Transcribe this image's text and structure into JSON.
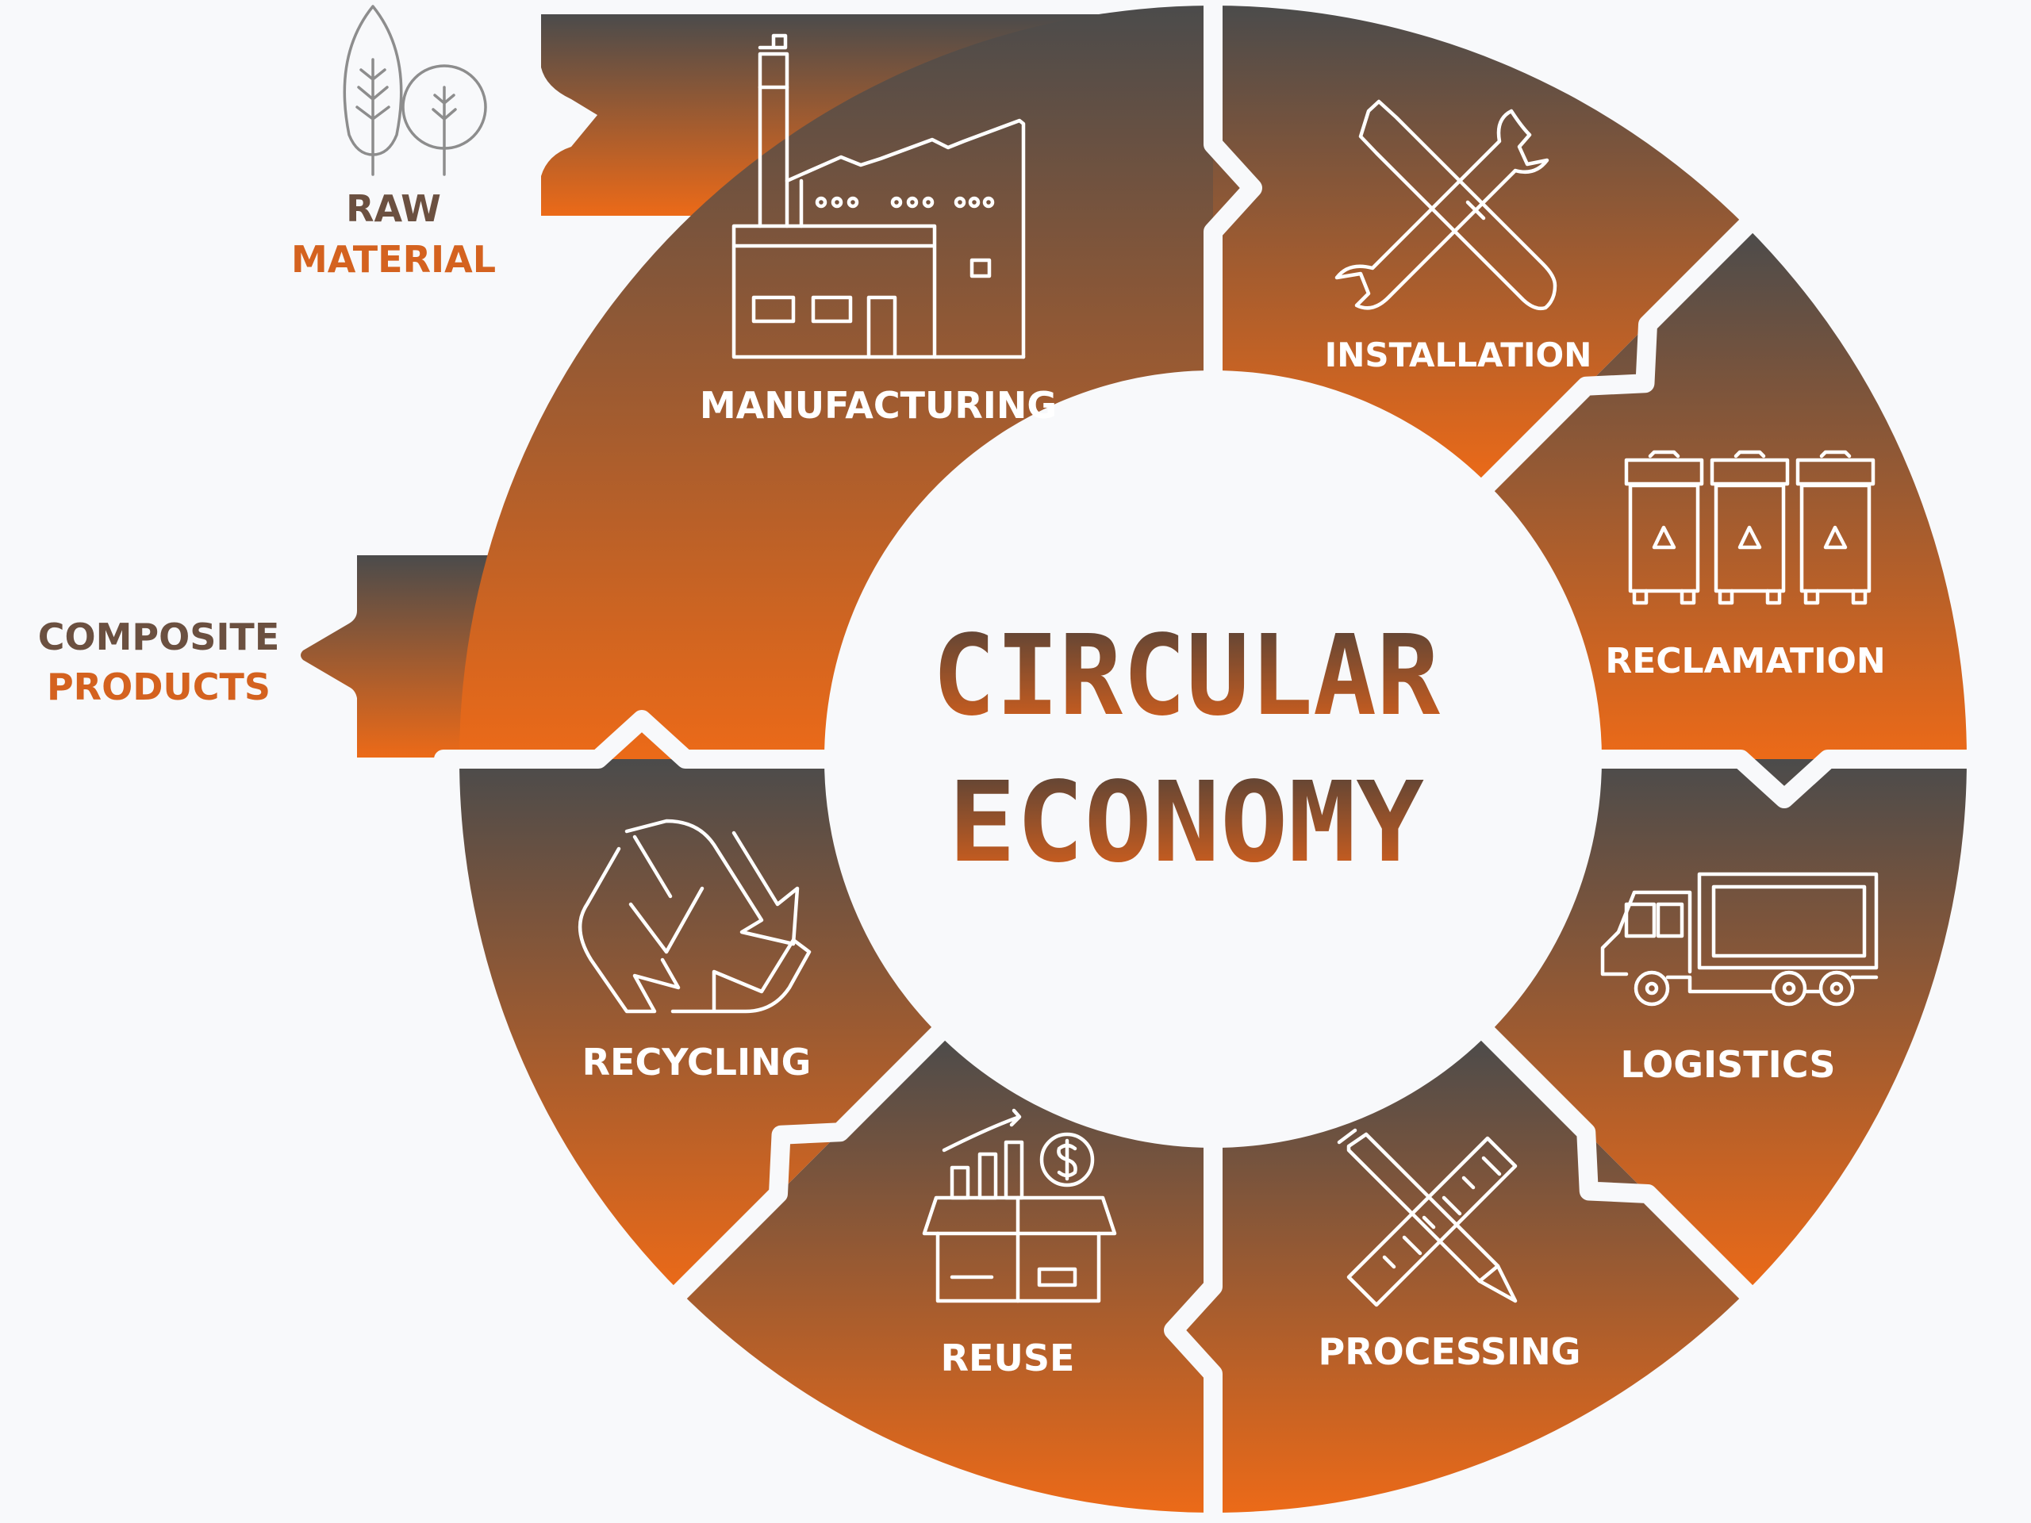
{
  "title": {
    "line1": "CIRCULAR",
    "line2": "ECONOMY"
  },
  "inputs": {
    "raw_material": {
      "line1": "RAW",
      "line2": "MATERIAL"
    },
    "composite_products": {
      "line1": "COMPOSITE",
      "line2": "PRODUCTS"
    }
  },
  "stages": [
    {
      "label": "MANUFACTURING",
      "icon": "factory-icon"
    },
    {
      "label": "INSTALLATION",
      "icon": "tools-icon"
    },
    {
      "label": "RECLAMATION",
      "icon": "recycle-bins-icon"
    },
    {
      "label": "LOGISTICS",
      "icon": "truck-icon"
    },
    {
      "label": "PROCESSING",
      "icon": "ruler-pencil-icon"
    },
    {
      "label": "REUSE",
      "icon": "box-growth-icon"
    },
    {
      "label": "RECYCLING",
      "icon": "recycle-icon"
    }
  ],
  "colors": {
    "gradient_top": "#4b4b4b",
    "gradient_bottom": "#ec6a18",
    "title_top": "#5a4438",
    "title_bottom": "#e0621a",
    "dark_text": "#6b5040",
    "orange_text": "#d4621f"
  }
}
